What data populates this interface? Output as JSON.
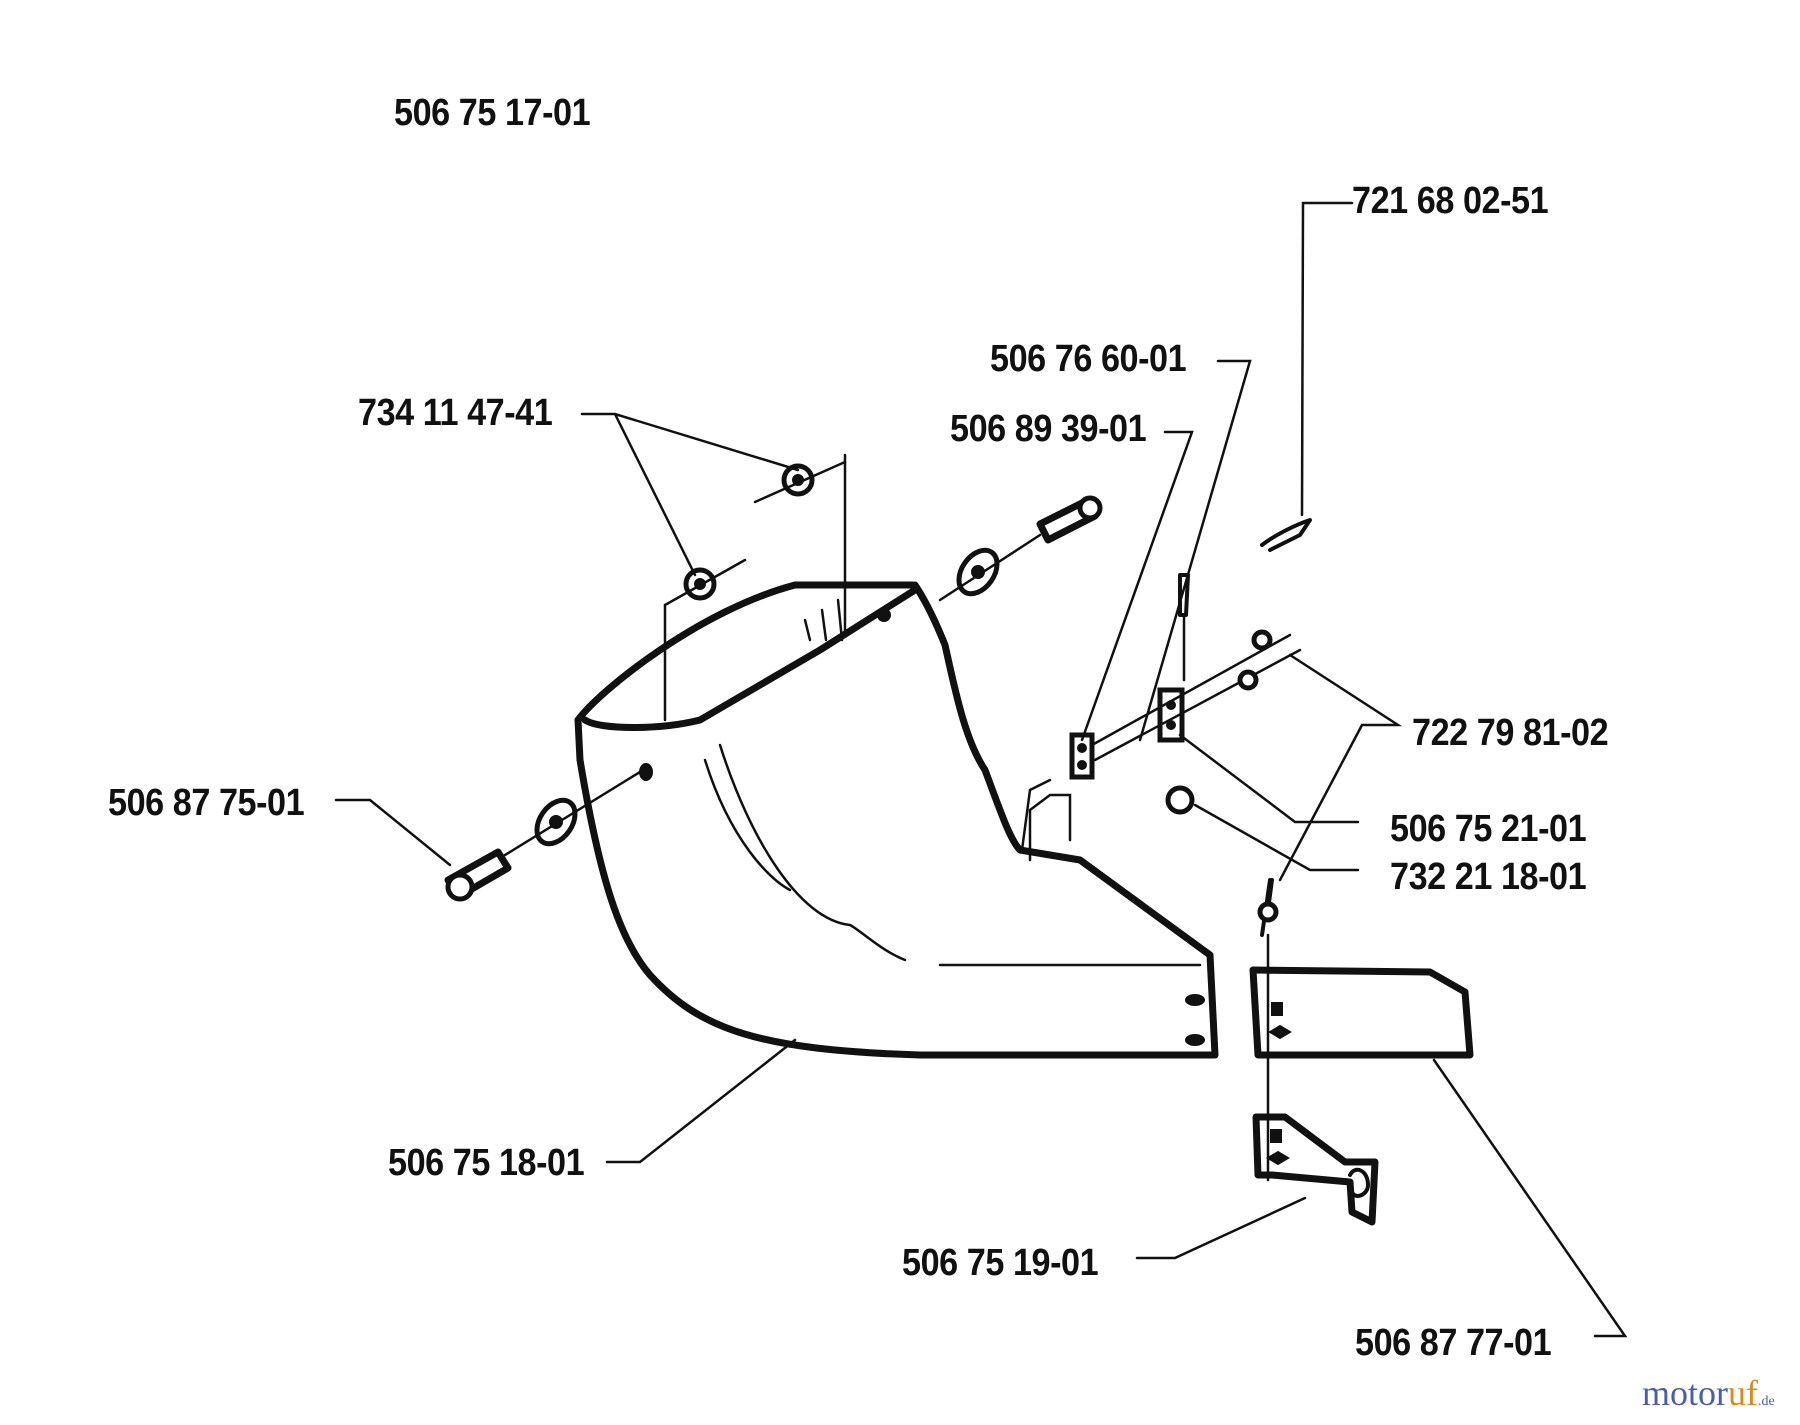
{
  "labels": {
    "assembly": "506 75 17-01",
    "p_721_68_02_51": "721 68 02-51",
    "p_506_76_60_01": "506 76 60-01",
    "p_734_11_47_41": "734 11 47-41",
    "p_506_89_39_01": "506 89 39-01",
    "p_722_79_81_02": "722 79 81-02",
    "p_506_87_75_01": "506 87 75-01",
    "p_506_75_21_01": "506 75 21-01",
    "p_732_21_18_01": "732 21 18-01",
    "p_506_75_18_01": "506 75 18-01",
    "p_506_75_19_01": "506 75 19-01",
    "p_506_87_77_01": "506 87 77-01"
  },
  "watermark": {
    "part1": "motor",
    "part2": "uf",
    "suffix": ".de"
  },
  "colors": {
    "ink": "#111111",
    "logo_blue": "#4a5fa8",
    "logo_orange": "#d98b1c"
  }
}
